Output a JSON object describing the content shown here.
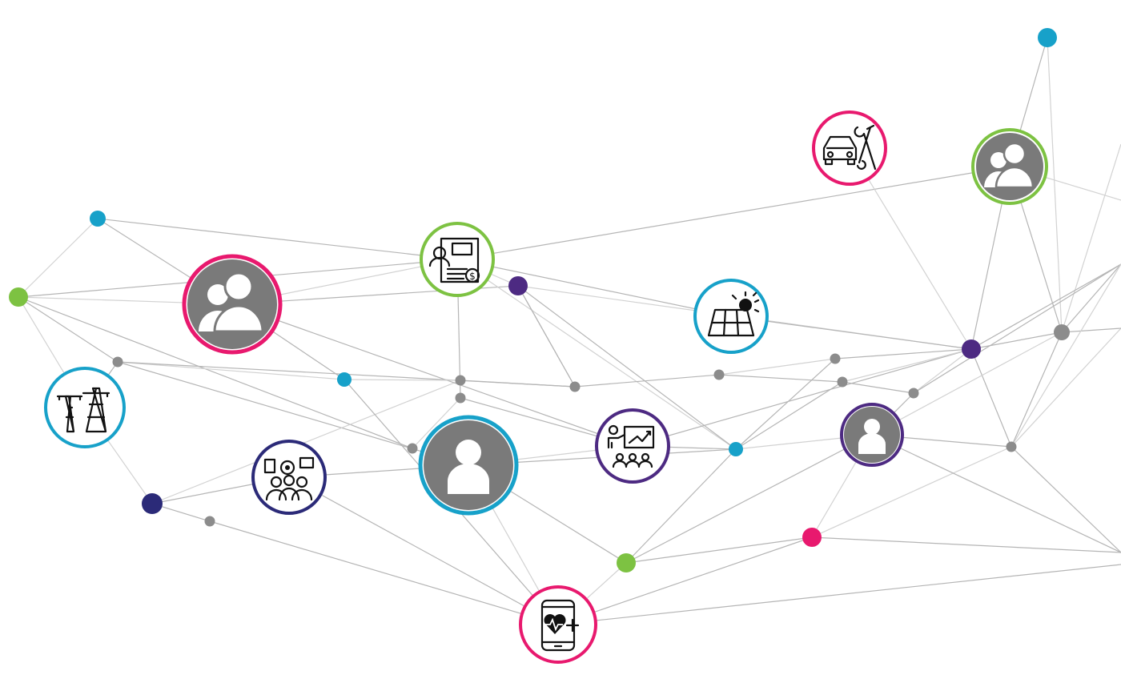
{
  "colors": {
    "pink": "#e8196e",
    "green": "#7dc242",
    "blue": "#17a1c9",
    "purple": "#4d2a82",
    "navy": "#2b2a78",
    "gray_node": "#8c8c8c",
    "person_bg": "#7a7a7a",
    "edge": "#b5b5b5"
  },
  "icon_nodes": [
    {
      "name": "group-person-icon",
      "color": "pink"
    },
    {
      "name": "employment-document-icon",
      "color": "green"
    },
    {
      "name": "power-line-towers-icon",
      "color": "blue"
    },
    {
      "name": "team-skills-icon",
      "color": "navy"
    },
    {
      "name": "single-person-icon",
      "color": "blue"
    },
    {
      "name": "training-presentation-icon",
      "color": "purple"
    },
    {
      "name": "solar-panel-icon",
      "color": "blue"
    },
    {
      "name": "single-person-icon",
      "color": "purple"
    },
    {
      "name": "auto-repair-icon",
      "color": "pink"
    },
    {
      "name": "group-person-icon",
      "color": "green"
    },
    {
      "name": "mobile-health-icon",
      "color": "pink"
    }
  ]
}
